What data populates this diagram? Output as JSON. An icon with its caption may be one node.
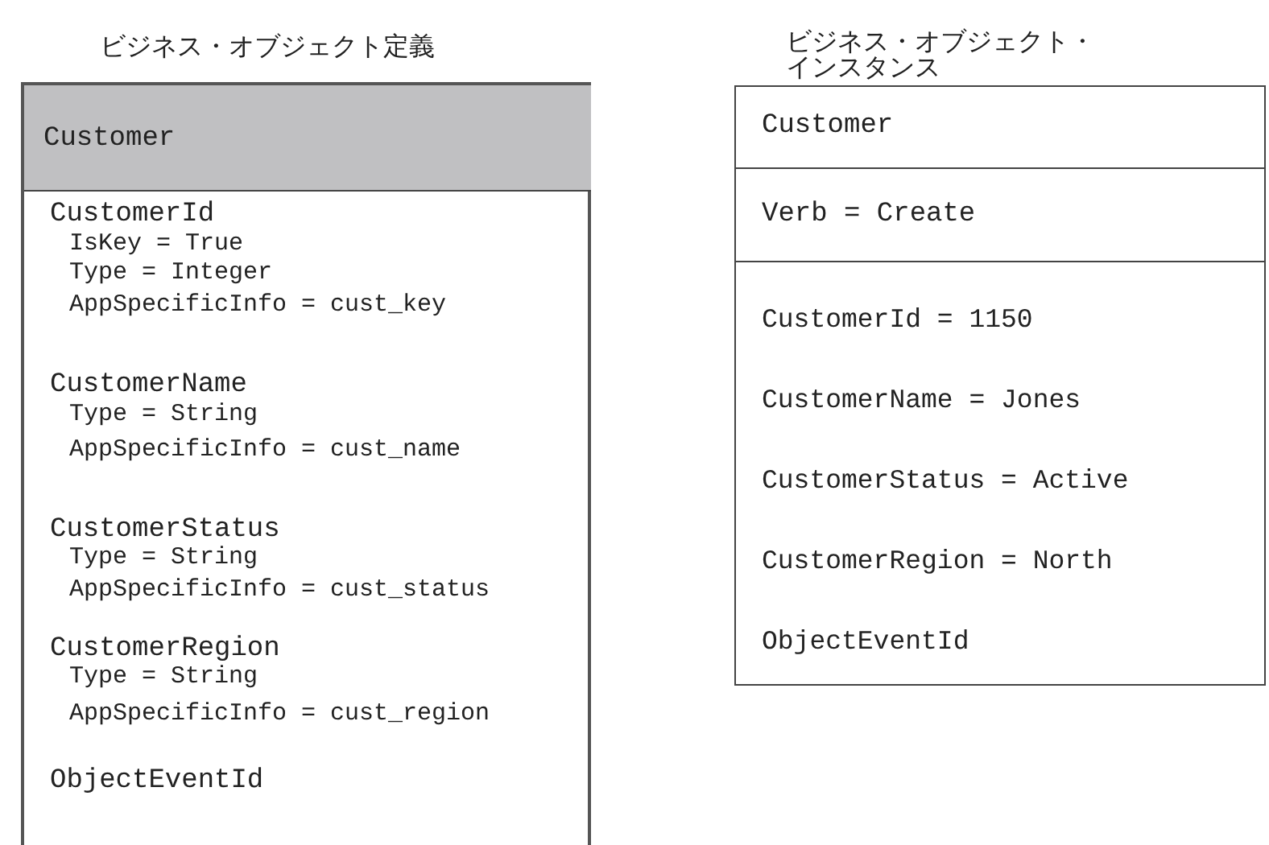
{
  "diagram": {
    "nodes": [
      {
        "text": [
          "ビジネス・オブジェクト定義"
        ]
      },
      {
        "text": [
          "Customer"
        ],
        "in": 0
      },
      {
        "text": [
          "CustomerId",
          "IsKey = True",
          "Type = Integer",
          "AppSpecificInfo = cust_key",
          "CustomerName",
          "Type = String",
          "AppSpecificInfo = cust_name",
          "CustomerStatus",
          "Type = String",
          "AppSpecificInfo = cust_status",
          "CustomerRegion",
          "Type = String",
          "AppSpecificInfo = cust_region",
          "ObjectEventId"
        ],
        "in": 0
      },
      {
        "text": [
          "ビジネス・オブジェクト・インスタンス"
        ]
      },
      {
        "text": [
          "Customer"
        ],
        "in": 3
      },
      {
        "text": [
          "Verb = Create"
        ],
        "in": 3
      },
      {
        "text": [
          "CustomerId = 1150",
          "CustomerName = Jones",
          "CustomerStatus = Active",
          "CustomerRegion = North",
          "ObjectEventId"
        ],
        "in": 3
      }
    ]
  }
}
